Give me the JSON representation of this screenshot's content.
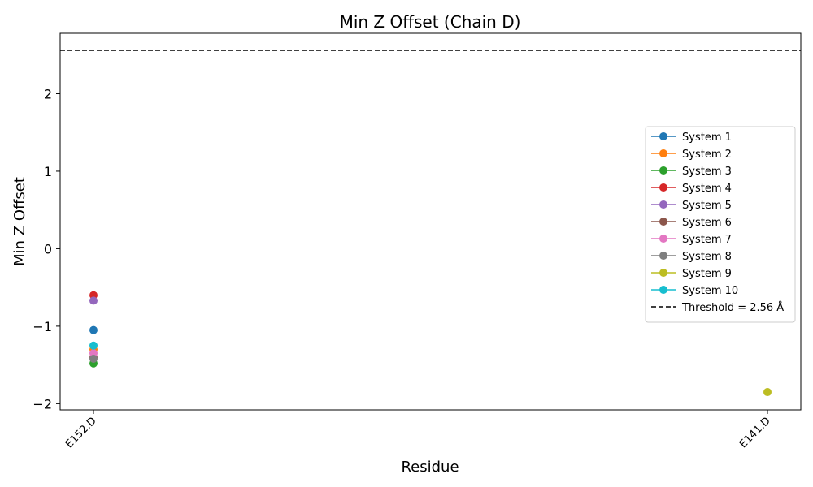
{
  "chart_data": {
    "type": "line",
    "title": "Min Z Offset (Chain D)",
    "xlabel": "Residue",
    "ylabel": "Min Z Offset",
    "categories": [
      "E152.D",
      "E141.D"
    ],
    "ylim": [
      -2.08,
      2.78
    ],
    "yticks": [
      -2,
      -1,
      0,
      1,
      2
    ],
    "yticklabels": [
      "−2",
      "−1",
      "0",
      "1",
      "2"
    ],
    "grid": false,
    "legend_position": "center-right",
    "series": [
      {
        "name": "System 1",
        "color": "#1f77b4",
        "values": [
          -1.05,
          null
        ]
      },
      {
        "name": "System 2",
        "color": "#ff7f0e",
        "values": [
          -1.3,
          null
        ]
      },
      {
        "name": "System 3",
        "color": "#2ca02c",
        "values": [
          -1.48,
          null
        ]
      },
      {
        "name": "System 4",
        "color": "#d62728",
        "values": [
          -0.6,
          null
        ]
      },
      {
        "name": "System 5",
        "color": "#9467bd",
        "values": [
          -0.67,
          null
        ]
      },
      {
        "name": "System 6",
        "color": "#8c564b",
        "values": [
          -1.4,
          null
        ]
      },
      {
        "name": "System 7",
        "color": "#e377c2",
        "values": [
          -1.35,
          null
        ]
      },
      {
        "name": "System 8",
        "color": "#7f7f7f",
        "values": [
          -1.42,
          null
        ]
      },
      {
        "name": "System 9",
        "color": "#bcbd22",
        "values": [
          null,
          -1.85
        ]
      },
      {
        "name": "System 10",
        "color": "#17becf",
        "values": [
          -1.25,
          null
        ]
      }
    ],
    "threshold": {
      "value": 2.56,
      "label": "Threshold = 2.56 Å",
      "color": "#000000",
      "style": "dashed"
    }
  }
}
